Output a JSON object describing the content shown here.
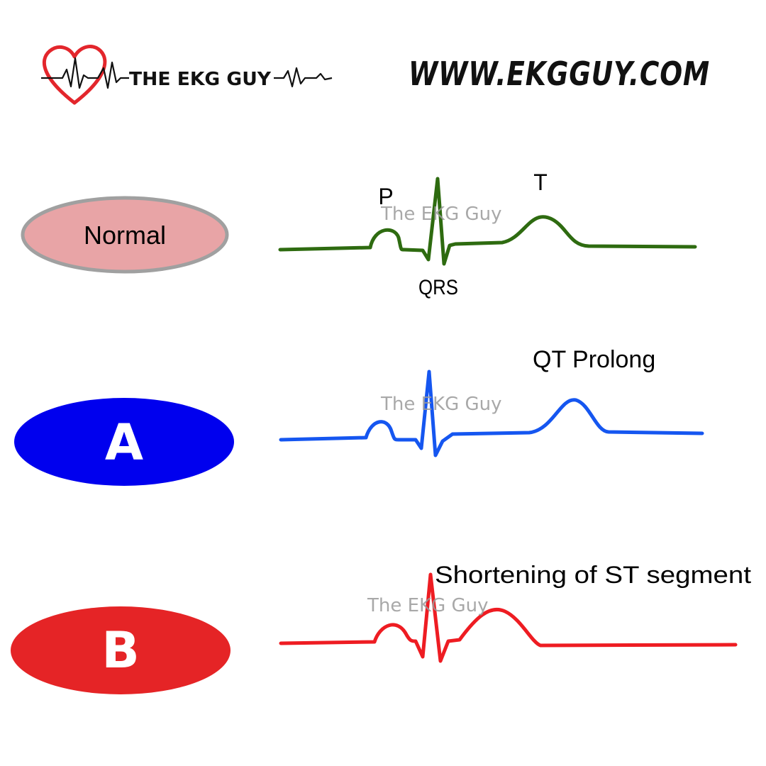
{
  "header": {
    "logo_text": "THE EKG GUY",
    "site_url": "WWW.EKGGUY.COM"
  },
  "watermark": "The EKG Guy",
  "rows": {
    "normal": {
      "label": "Normal",
      "pill_fill": "#e8a4a6",
      "pill_stroke": "#a0a0a0",
      "wave_color": "#2e6b10",
      "wave_labels": {
        "p": "P",
        "t": "T",
        "qrs": "QRS"
      }
    },
    "a": {
      "label": "A",
      "pill_fill": "#0000ee",
      "wave_color": "#1556f0",
      "annotation": "QT Prolong"
    },
    "b": {
      "label": "B",
      "pill_fill": "#e52426",
      "wave_color": "#ee1c22",
      "annotation": "Shortening of ST segment"
    }
  },
  "colors": {
    "heart": "#e3262c",
    "ink": "#111111"
  }
}
